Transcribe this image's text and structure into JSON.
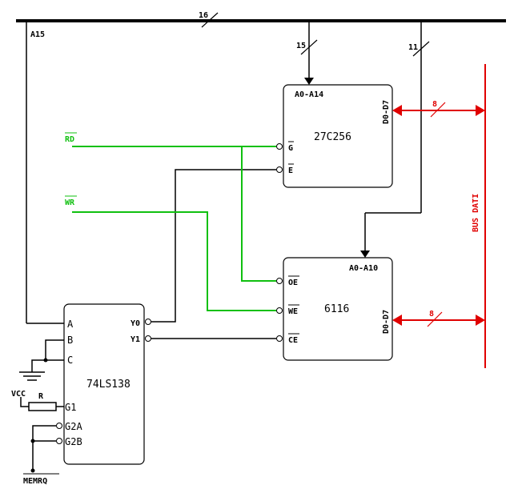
{
  "bus": {
    "main_count": "16",
    "a15": "A15",
    "rom_count": "15",
    "ram_count": "11",
    "data_count_rom": "8",
    "data_count_ram": "8",
    "bus_label": "BUS DATI"
  },
  "signals": {
    "rd": "RD",
    "wr": "WR",
    "vcc": "VCC",
    "resistor": "R",
    "memrq": "MEMRQ"
  },
  "rom": {
    "name": "27C256",
    "addr": "A0-A14",
    "data": "D0-D7",
    "pin_g": "G",
    "pin_e": "E"
  },
  "ram": {
    "name": "6116",
    "addr": "A0-A10",
    "data": "D0-D7",
    "pin_oe": "OE",
    "pin_we": "WE",
    "pin_ce": "CE"
  },
  "decoder": {
    "name": "74LS138",
    "pin_a": "A",
    "pin_b": "B",
    "pin_c": "C",
    "pin_g1": "G1",
    "pin_g2a": "G2A",
    "pin_g2b": "G2B",
    "pin_y0": "Y0",
    "pin_y1": "Y1"
  },
  "colors": {
    "wire": "#000000",
    "control": "#10c010",
    "data_bus": "#e00000"
  }
}
